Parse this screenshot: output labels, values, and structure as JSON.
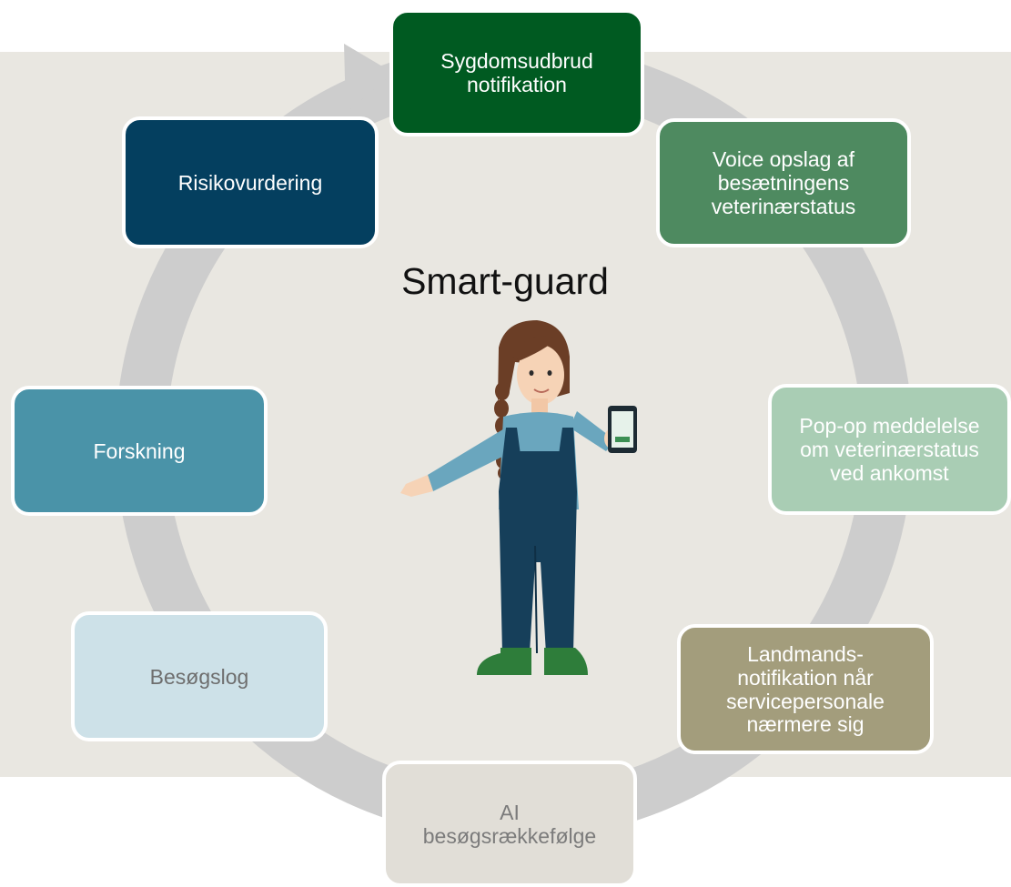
{
  "diagram": {
    "title": "Smart-guard",
    "nodes": [
      {
        "key": "sygdomsudbrud",
        "label": "Sygdomsudbrud\nnotifikation",
        "fill": "#005a21",
        "text_color": "#ffffff"
      },
      {
        "key": "voice",
        "label": "Voice opslag af\nbesætningens\nveterinærstatus",
        "fill": "#4e8a60",
        "text_color": "#ffffff"
      },
      {
        "key": "popop",
        "label": "Pop-op meddelelse\nom veterinærstatus\nved ankomst",
        "fill": "#a9cdb4",
        "text_color": "#ffffff"
      },
      {
        "key": "landmand",
        "label": "Landmands-\nnotifikation når\nservicepersonale\nnærmere sig",
        "fill": "#a39d7c",
        "text_color": "#ffffff"
      },
      {
        "key": "ai",
        "label": "AI\nbesøgsrækkefølge",
        "fill": "#e1ded7",
        "text_color": "#7b7b7b"
      },
      {
        "key": "besogslog",
        "label": "Besøgslog",
        "fill": "#cde1e8",
        "text_color": "#6e6e6e"
      },
      {
        "key": "forskning",
        "label": "Forskning",
        "fill": "#4a93a8",
        "text_color": "#ffffff"
      },
      {
        "key": "risiko",
        "label": "Risikovurdering",
        "fill": "#043f5f",
        "text_color": "#ffffff"
      }
    ],
    "cycle_color": "#cdcdcd"
  }
}
